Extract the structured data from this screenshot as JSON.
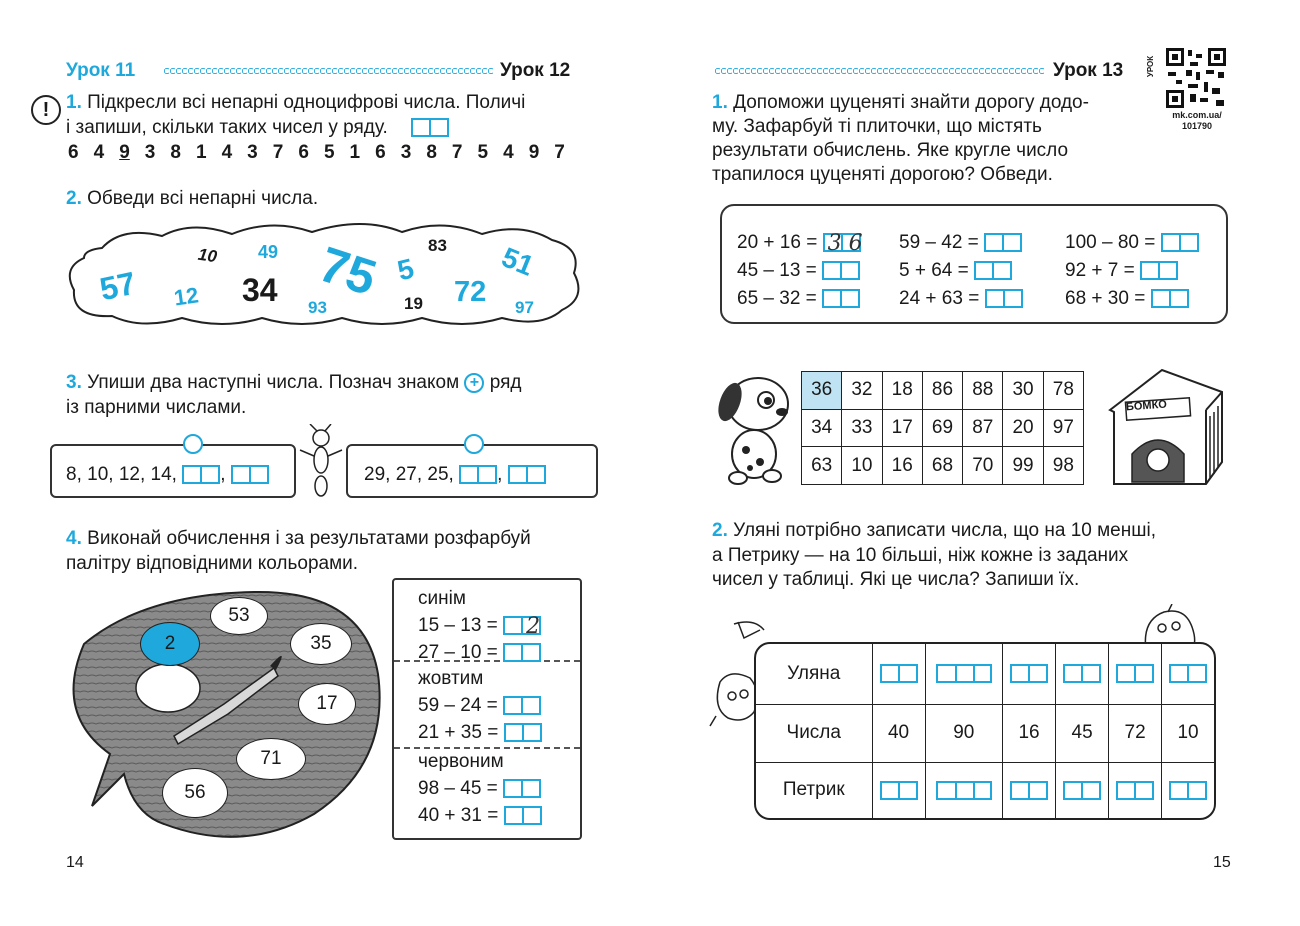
{
  "header": {
    "left_lesson_a": "Урок 11",
    "left_lesson_b": "Урок 12",
    "right_lesson": "Урок 13",
    "qr_side_label": "УРОК",
    "qr_url_line1": "mk.com.ua/",
    "qr_url_line2": "101790"
  },
  "info_mark": "!",
  "task1_left": {
    "number": "1.",
    "text_line1": "Підкресли всі непарні одноцифрові числа. Поличі",
    "text_line2": "і запиши, скільки таких чисел у ряду.",
    "digits": [
      "6",
      "4",
      "9",
      "3",
      "8",
      "1",
      "4",
      "3",
      "7",
      "6",
      "5",
      "1",
      "6",
      "3",
      "8",
      "7",
      "5",
      "4",
      "9",
      "7"
    ],
    "underlined_index": 2
  },
  "task2_left": {
    "number": "2.",
    "text": "Обведи всі непарні числа.",
    "cloud_numbers": [
      "57",
      "12",
      "10",
      "49",
      "34",
      "93",
      "75",
      "5",
      "83",
      "19",
      "72",
      "51",
      "97"
    ]
  },
  "task3_left": {
    "number": "3.",
    "text_line1": "Упиши два наступні числа. Познач знаком",
    "plus_sign": "+",
    "text_line1_end": "ряд",
    "text_line2": "із парними числами.",
    "row1": "8, 10, 12, 14,",
    "row2": "29, 27, 25,",
    "comma": ","
  },
  "task4_left": {
    "number": "4.",
    "text_line1": "Виконай обчислення і за результатами розфарбуй",
    "text_line2": "палітру відповідними кольорами.",
    "palette_spots": [
      "53",
      "2",
      "35",
      "17",
      "71",
      "56"
    ],
    "groups": [
      {
        "color": "синім",
        "rows": [
          {
            "expr": "15 – 13 =",
            "answer": "2"
          },
          {
            "expr": "27 – 10 =",
            "answer": ""
          }
        ]
      },
      {
        "color": "жовтим",
        "rows": [
          {
            "expr": "59 – 24 =",
            "answer": ""
          },
          {
            "expr": "21 + 35 =",
            "answer": ""
          }
        ]
      },
      {
        "color": "червоним",
        "rows": [
          {
            "expr": "98 – 45 =",
            "answer": ""
          },
          {
            "expr": "40 + 31 =",
            "answer": ""
          }
        ]
      }
    ]
  },
  "task1_right": {
    "number": "1.",
    "text_line1": "Допоможи цуценяті знайти дорогу додо-",
    "text_line2": "му. Зафарбуй ті плиточки, що містять",
    "text_line3": "результати обчислень. Яке кругле число",
    "text_line4": "трапилося цуценяті дорогою? Обведи.",
    "expressions": [
      [
        "20 + 16 =",
        "59 – 42 =",
        "100 – 80 ="
      ],
      [
        "45 – 13 =",
        "5 + 64 =",
        "92 + 7 ="
      ],
      [
        "65 – 32 =",
        "24 + 63 =",
        "68 + 30 ="
      ]
    ],
    "first_answer": "36",
    "tiles": [
      [
        "36",
        "32",
        "18",
        "86",
        "88",
        "30",
        "78"
      ],
      [
        "34",
        "33",
        "17",
        "69",
        "87",
        "20",
        "97"
      ],
      [
        "63",
        "10",
        "16",
        "68",
        "70",
        "99",
        "98"
      ]
    ],
    "kennel_sign": "БОМКО"
  },
  "task2_right": {
    "number": "2.",
    "text_line1": "Уляні потрібно записати числа, що на 10 менші,",
    "text_line2": "а Петрику — на 10 більші, ніж кожне із заданих",
    "text_line3": "чисел у таблиці. Які це числа? Запиши їх.",
    "row_labels": [
      "Уляна",
      "Числа",
      "Петрик"
    ],
    "numbers": [
      "40",
      "90",
      "16",
      "45",
      "72",
      "10"
    ]
  },
  "page_numbers": {
    "left": "14",
    "right": "15"
  },
  "colors": {
    "accent": "#1fa8dc",
    "highlight": "#bfe3f3",
    "ink": "#1a1a1a"
  }
}
